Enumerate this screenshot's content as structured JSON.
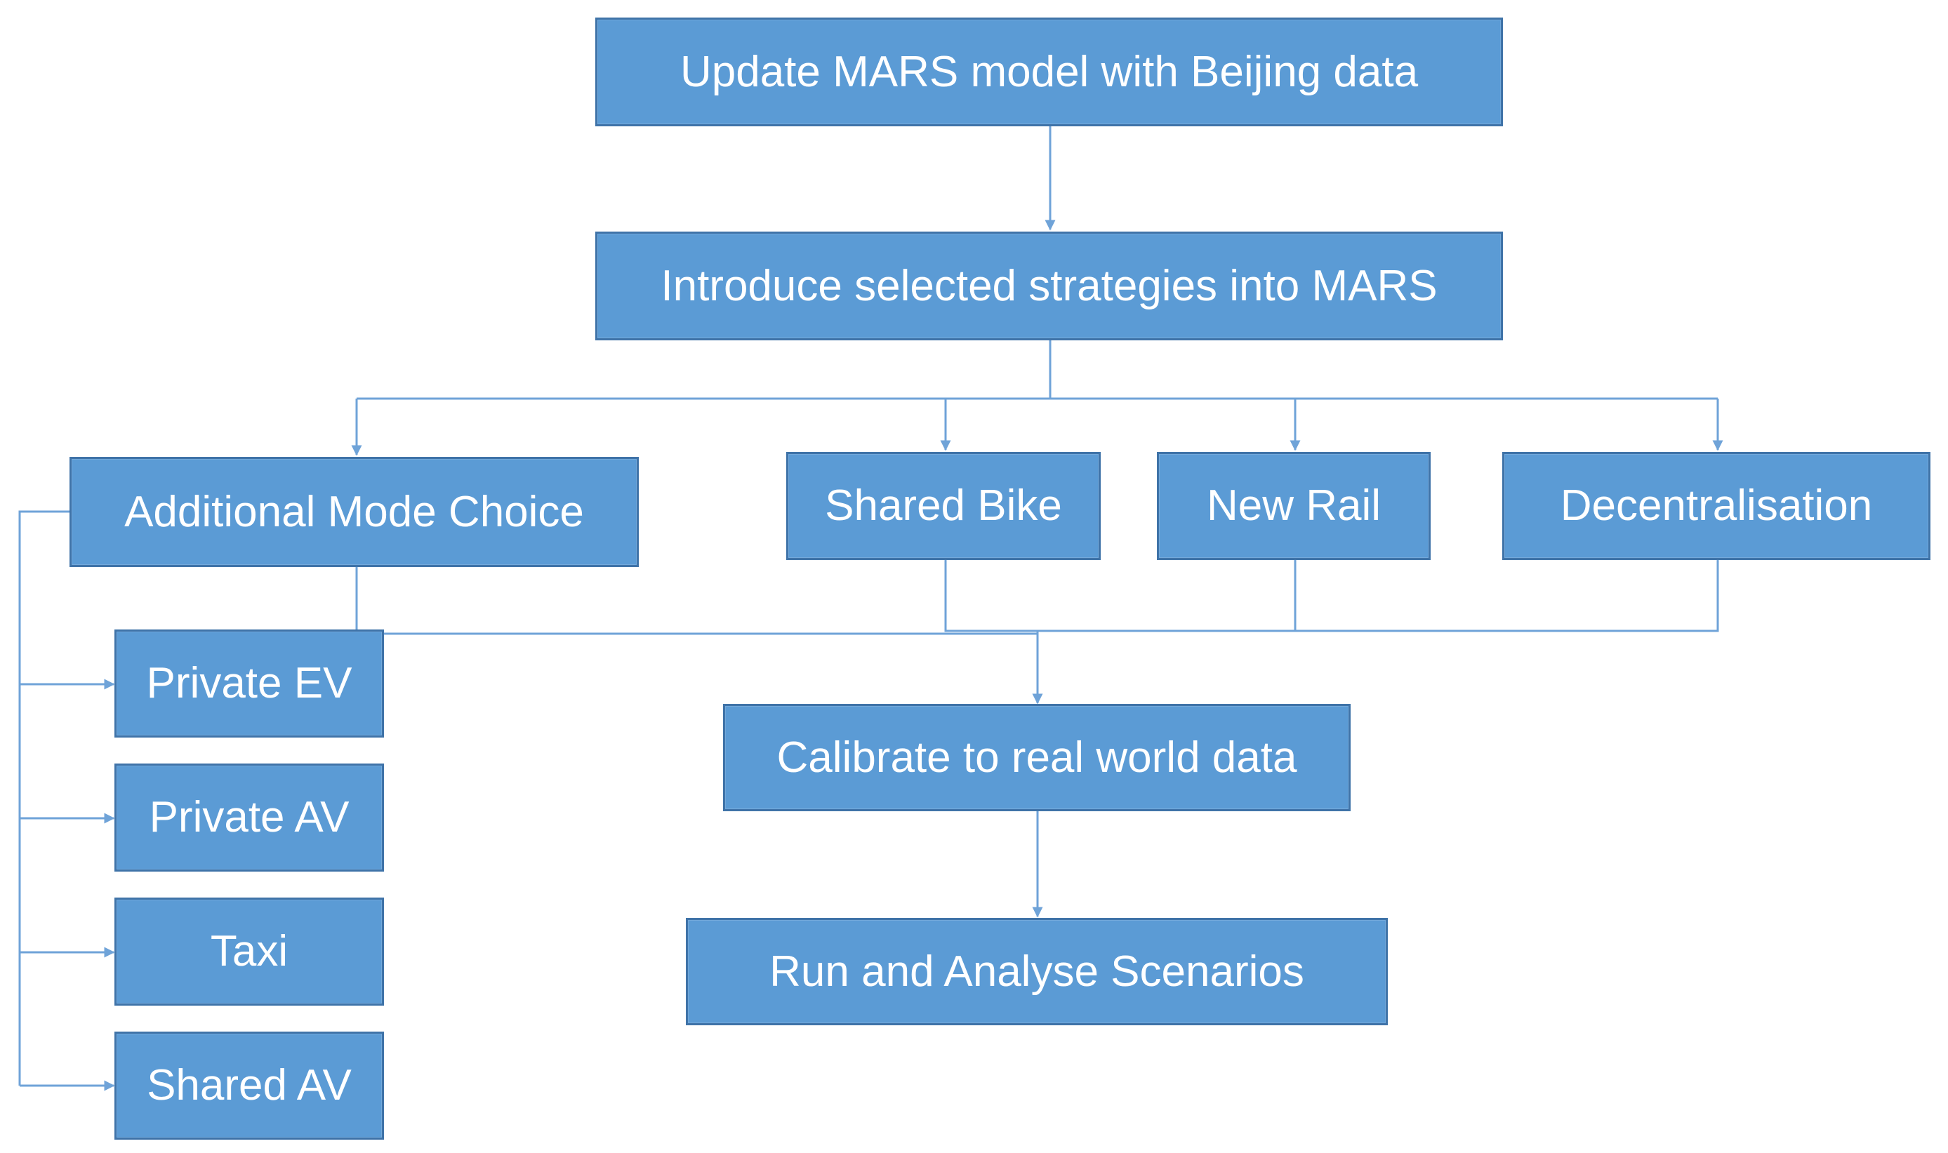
{
  "diagram": {
    "type": "flowchart",
    "colors": {
      "box_fill": "#5b9bd5",
      "box_border": "#3f73a8",
      "connector": "#6fa3d8",
      "text": "#ffffff"
    },
    "nodes": [
      {
        "id": "update",
        "label": "Update MARS model with Beijing data"
      },
      {
        "id": "introduce",
        "label": "Introduce selected strategies into MARS"
      },
      {
        "id": "mode_choice",
        "label": "Additional Mode Choice"
      },
      {
        "id": "shared_bike",
        "label": "Shared Bike"
      },
      {
        "id": "new_rail",
        "label": "New Rail"
      },
      {
        "id": "decentralisation",
        "label": "Decentralisation"
      },
      {
        "id": "private_ev",
        "label": "Private EV"
      },
      {
        "id": "private_av",
        "label": "Private AV"
      },
      {
        "id": "taxi",
        "label": "Taxi"
      },
      {
        "id": "shared_av",
        "label": "Shared AV"
      },
      {
        "id": "calibrate",
        "label": "Calibrate to real world data"
      },
      {
        "id": "run",
        "label": "Run and Analyse Scenarios"
      }
    ],
    "edges": [
      {
        "from": "update",
        "to": "introduce"
      },
      {
        "from": "introduce",
        "to": "mode_choice"
      },
      {
        "from": "introduce",
        "to": "shared_bike"
      },
      {
        "from": "introduce",
        "to": "new_rail"
      },
      {
        "from": "introduce",
        "to": "decentralisation"
      },
      {
        "from": "mode_choice",
        "to": "private_ev"
      },
      {
        "from": "mode_choice",
        "to": "private_av"
      },
      {
        "from": "mode_choice",
        "to": "taxi"
      },
      {
        "from": "mode_choice",
        "to": "shared_av"
      },
      {
        "from": "mode_choice",
        "to": "calibrate"
      },
      {
        "from": "shared_bike",
        "to": "calibrate"
      },
      {
        "from": "new_rail",
        "to": "calibrate"
      },
      {
        "from": "decentralisation",
        "to": "calibrate"
      },
      {
        "from": "calibrate",
        "to": "run"
      }
    ]
  }
}
